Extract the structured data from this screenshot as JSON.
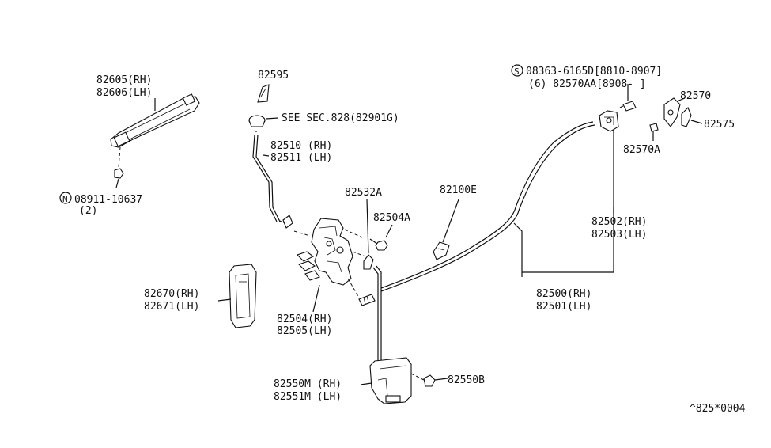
{
  "labels": {
    "handle_rh": "82605(RH)",
    "handle_lh": "82606(LH)",
    "nut_part": "08911-10637",
    "nut_qty": "(2)",
    "p82595": "82595",
    "see_sec": "SEE SEC.828(82901G)",
    "rod_rh": "82510 (RH)",
    "rod_lh": "82511 (LH)",
    "p82532a": "82532A",
    "p82504a": "82504A",
    "p82100e": "82100E",
    "screw_part": "08363-6165D[8810-8907]",
    "screw_qty_part": "(6)  82570AA[8908-  ]",
    "p82570": "82570",
    "p82575": "82575",
    "p82570a": "82570A",
    "cable_up_rh": "82502(RH)",
    "cable_up_lh": "82503(LH)",
    "cable_rh": "82500(RH)",
    "cable_lh": "82501(LH)",
    "inner_rh": "82670(RH)",
    "inner_lh": "82671(LH)",
    "lock_rh": "82504(RH)",
    "lock_lh": "82505(LH)",
    "act_rh": "82550M (RH)",
    "act_lh": "82551M (LH)",
    "p82550b": "82550B",
    "ref_code": "^825*0004"
  },
  "symbols": {
    "n_circle": "N",
    "s_circle": "S"
  }
}
